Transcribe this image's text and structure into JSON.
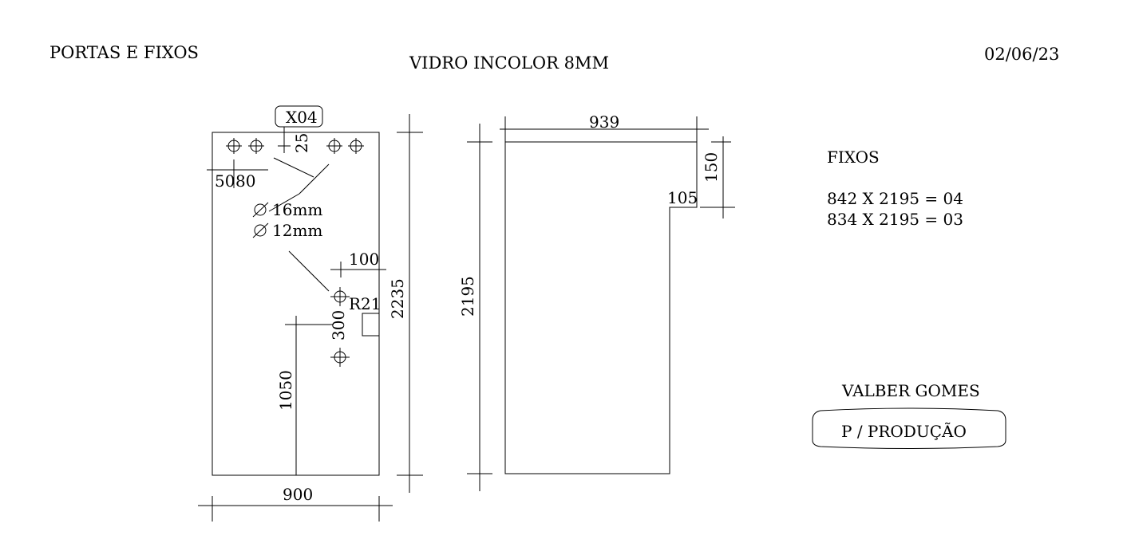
{
  "header": {
    "left": "PORTAS E FIXOS",
    "center": "VIDRO INCOLOR 8MM",
    "date": "02/06/23"
  },
  "door": {
    "tag": "X04",
    "dim_top_offset": "25",
    "dim_50": "50",
    "dim_80": "80",
    "hole_16": "16mm",
    "hole_12": "12mm",
    "dim_100": "100",
    "radius": "R21",
    "dim_300": "300",
    "dim_height": "2235",
    "dim_1050": "1050",
    "dim_width": "900"
  },
  "fixed_panel": {
    "dim_width": "939",
    "dim_150": "150",
    "dim_105": "105",
    "dim_height": "2195"
  },
  "notes": {
    "title": "FIXOS",
    "line1": "842 X 2195 = 04",
    "line2": "834 X 2195 = 03",
    "author": "VALBER GOMES",
    "badge": "P / PRODUÇÃO"
  }
}
